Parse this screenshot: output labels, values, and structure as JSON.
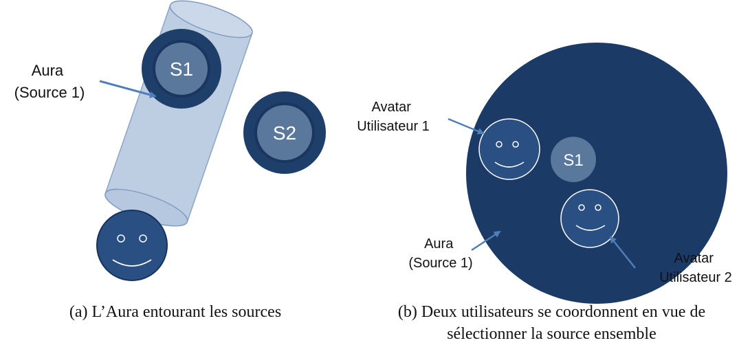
{
  "panel_a": {
    "aura_label": [
      "Aura",
      "(Source 1)"
    ],
    "source_1": "S1",
    "source_2": "S2",
    "caption": "(a) L’Aura entourant les sources"
  },
  "panel_b": {
    "avatar_1_label": [
      "Avatar",
      "Utilisateur 1"
    ],
    "source_1": "S1",
    "aura_label": [
      "Aura",
      "(Source 1)"
    ],
    "avatar_2_label": [
      "Avatar",
      "Utilisateur 2"
    ],
    "caption_lines": [
      "(b) Deux utilisateurs se coordonnent en vue de",
      "sélectionner la source ensemble"
    ]
  },
  "colors": {
    "dark_navy": "#1c3a66",
    "source_outer": "#1f3f6b",
    "source_inner": "#5a779c",
    "aura_cylinder": "#b6c8df",
    "avatar_fill": "#2a4f82",
    "arrow": "#4f7fb8"
  }
}
